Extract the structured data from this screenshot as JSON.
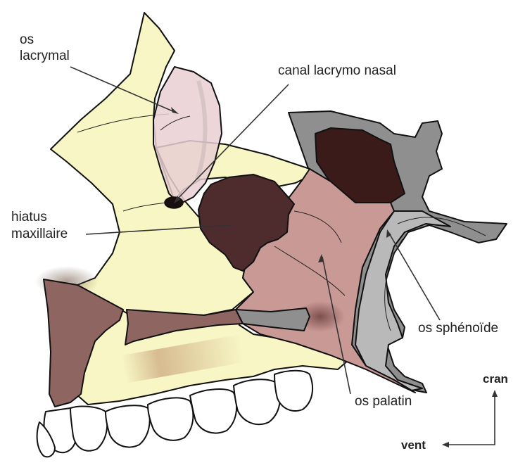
{
  "labels": {
    "os_lacrymal_line1": "os",
    "os_lacrymal_line2": "lacrymal",
    "canal_lacrymo_nasal": "canal lacrymo nasal",
    "hiatus_line1": "hiatus",
    "hiatus_line2": "maxillaire",
    "os_sphenoide": "os sphénoïde",
    "os_palatin": "os palatin"
  },
  "orientation": {
    "cran": "cran",
    "vent": "vent"
  },
  "colors": {
    "maxilla": "#f8f6c4",
    "lacrimal": "#e9cfd2",
    "hiatus": "#4e2b2c",
    "palatine": "#c99996",
    "palatine_dark": "#8a5a57",
    "sphenoid": "#8f8f8f",
    "sphenoid_light": "#b9b9b9",
    "sphenoid_hole": "#3b1a1a",
    "teeth": "#ffffff"
  }
}
